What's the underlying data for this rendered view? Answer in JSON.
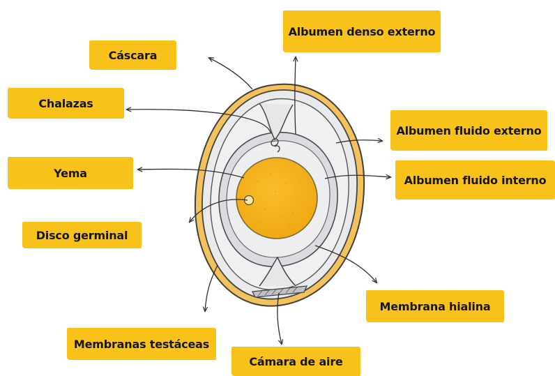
{
  "labels": {
    "cascara": "Cáscara",
    "chalazas": "Chalazas",
    "yema": "Yema",
    "disco_germinal": "Disco germinal",
    "membranas_testaceas": "Membranas testáceas",
    "camara_de_aire": "Cámara de aire",
    "membrana_hialina": "Membrana hialina",
    "albumen_fluido_interno": "Albumen fluido interno",
    "albumen_fluido_externo": "Albumen fluido externo",
    "albumen_denso_externo": "Albumen denso externo"
  },
  "colors": {
    "label_fill": "#f9c21a",
    "yolk": "#f6b51c",
    "shell_band": "#f3c25d",
    "albumen": "#e4e6e8",
    "outline": "#4a4a4a"
  }
}
